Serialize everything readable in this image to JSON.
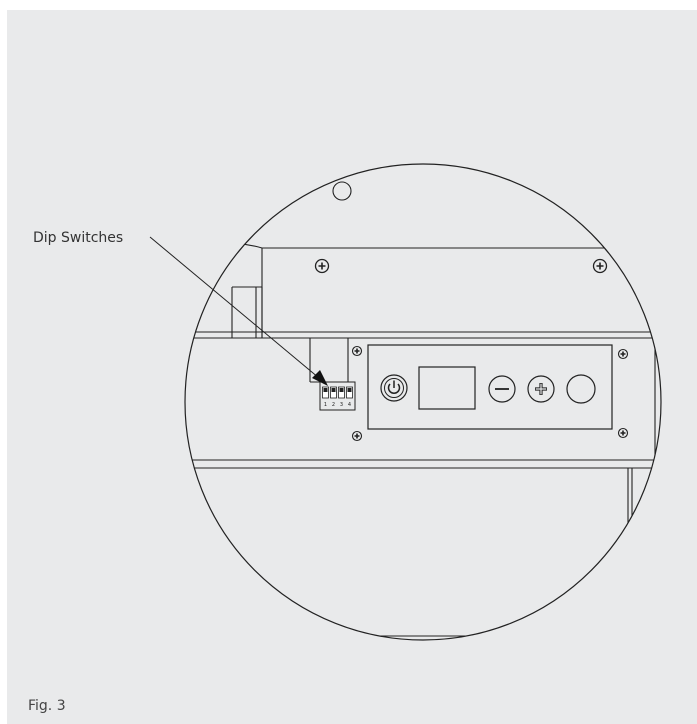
{
  "callout": {
    "dip_switches_label": "Dip Switches"
  },
  "dip_switch_numbers": [
    "1",
    "2",
    "3",
    "4"
  ],
  "caption": "Fig. 3",
  "colors": {
    "background": "#e9eaeb",
    "line": "#222222",
    "label": "#333333"
  },
  "icons": [
    "power-button-icon",
    "minus-button-icon",
    "plus-button-icon",
    "screw-icon"
  ]
}
